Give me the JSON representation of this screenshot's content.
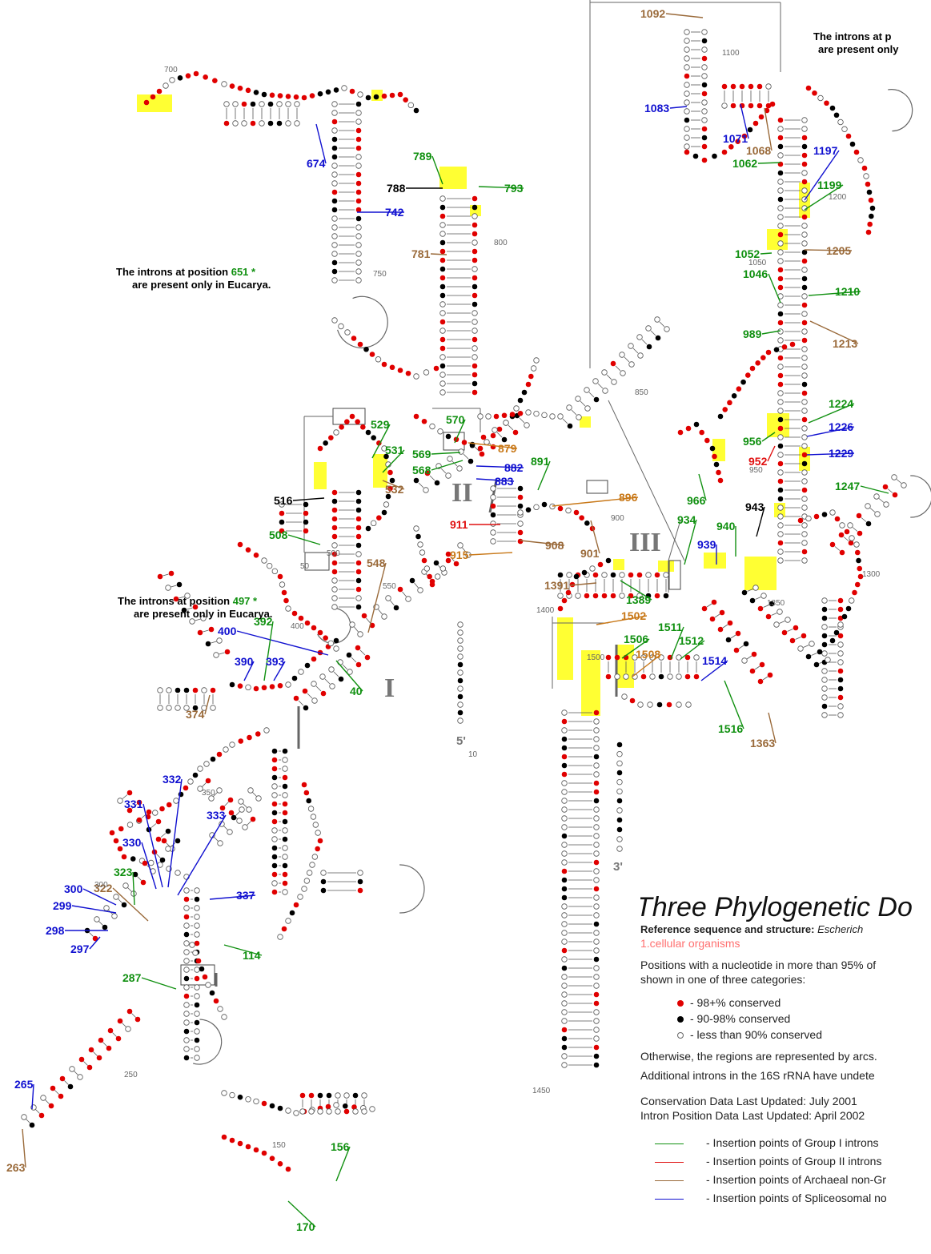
{
  "diagram": {
    "subunit_labels": [
      "I",
      "II",
      "III"
    ],
    "ends": [
      "5'",
      "3'"
    ],
    "position_ticks": [
      "10",
      "50",
      "150",
      "250",
      "300",
      "350",
      "400",
      "500",
      "550",
      "700",
      "750",
      "800",
      "850",
      "900",
      "950",
      "1050",
      "1100",
      "1200",
      "1300",
      "1350",
      "1400",
      "1450",
      "1500"
    ],
    "notes": {
      "note_651_pre": "The introns at position ",
      "note_651_num": "651 *",
      "note_651_post": "are present only in Eucarya.",
      "note_497_pre": "The introns at position ",
      "note_497_num": "497 *",
      "note_497_post": "are present only in Eucarya.",
      "note_top_right_1": "The introns at p",
      "note_top_right_2": "are present only"
    },
    "intron_labels": [
      {
        "pos": "1092",
        "group": "archaeal"
      },
      {
        "pos": "1083",
        "group": "spliceosomal"
      },
      {
        "pos": "1071",
        "group": "spliceosomal"
      },
      {
        "pos": "1068",
        "group": "archaeal"
      },
      {
        "pos": "1062",
        "group": "group1"
      },
      {
        "pos": "1197",
        "group": "spliceosomal"
      },
      {
        "pos": "1199",
        "group": "group1"
      },
      {
        "pos": "1052",
        "group": "group1"
      },
      {
        "pos": "1205",
        "group": "archaeal"
      },
      {
        "pos": "1046",
        "group": "group1"
      },
      {
        "pos": "1210",
        "group": "group1"
      },
      {
        "pos": "989",
        "group": "group1"
      },
      {
        "pos": "1213",
        "group": "archaeal"
      },
      {
        "pos": "1224",
        "group": "group1"
      },
      {
        "pos": "1226",
        "group": "spliceosomal"
      },
      {
        "pos": "956",
        "group": "group1"
      },
      {
        "pos": "1229",
        "group": "spliceosomal"
      },
      {
        "pos": "952",
        "group": "group2"
      },
      {
        "pos": "966",
        "group": "group1"
      },
      {
        "pos": "1247",
        "group": "group1"
      },
      {
        "pos": "943",
        "group": "other"
      },
      {
        "pos": "934",
        "group": "group1"
      },
      {
        "pos": "940",
        "group": "group1"
      },
      {
        "pos": "939",
        "group": "spliceosomal"
      },
      {
        "pos": "674",
        "group": "spliceosomal"
      },
      {
        "pos": "742",
        "group": "spliceosomal"
      },
      {
        "pos": "789",
        "group": "group1"
      },
      {
        "pos": "788",
        "group": "other"
      },
      {
        "pos": "793",
        "group": "group1"
      },
      {
        "pos": "781",
        "group": "archaeal"
      },
      {
        "pos": "529",
        "group": "group1"
      },
      {
        "pos": "531",
        "group": "group1"
      },
      {
        "pos": "532",
        "group": "archaeal"
      },
      {
        "pos": "516",
        "group": "other"
      },
      {
        "pos": "508",
        "group": "group1"
      },
      {
        "pos": "548",
        "group": "archaeal"
      },
      {
        "pos": "570",
        "group": "group1"
      },
      {
        "pos": "569",
        "group": "group1"
      },
      {
        "pos": "568",
        "group": "group1"
      },
      {
        "pos": "879",
        "group": "mixed"
      },
      {
        "pos": "882",
        "group": "spliceosomal"
      },
      {
        "pos": "883",
        "group": "spliceosomal"
      },
      {
        "pos": "891",
        "group": "group1"
      },
      {
        "pos": "896",
        "group": "mixed"
      },
      {
        "pos": "911",
        "group": "group2"
      },
      {
        "pos": "908",
        "group": "archaeal"
      },
      {
        "pos": "915",
        "group": "mixed"
      },
      {
        "pos": "901",
        "group": "archaeal"
      },
      {
        "pos": "1389",
        "group": "group1"
      },
      {
        "pos": "1391",
        "group": "archaeal"
      },
      {
        "pos": "1502",
        "group": "mixed"
      },
      {
        "pos": "1506",
        "group": "group1"
      },
      {
        "pos": "1511",
        "group": "group1"
      },
      {
        "pos": "1512",
        "group": "group1"
      },
      {
        "pos": "1508",
        "group": "mixed"
      },
      {
        "pos": "1514",
        "group": "spliceosomal"
      },
      {
        "pos": "1516",
        "group": "group1"
      },
      {
        "pos": "1363",
        "group": "archaeal"
      },
      {
        "pos": "400",
        "group": "spliceosomal"
      },
      {
        "pos": "392",
        "group": "group1"
      },
      {
        "pos": "390",
        "group": "spliceosomal"
      },
      {
        "pos": "393",
        "group": "spliceosomal"
      },
      {
        "pos": "40",
        "group": "group1"
      },
      {
        "pos": "374",
        "group": "archaeal"
      },
      {
        "pos": "332",
        "group": "spliceosomal"
      },
      {
        "pos": "331",
        "group": "spliceosomal"
      },
      {
        "pos": "333",
        "group": "spliceosomal"
      },
      {
        "pos": "330",
        "group": "spliceosomal"
      },
      {
        "pos": "323",
        "group": "group1"
      },
      {
        "pos": "322",
        "group": "archaeal"
      },
      {
        "pos": "300",
        "group": "spliceosomal"
      },
      {
        "pos": "299",
        "group": "spliceosomal"
      },
      {
        "pos": "298",
        "group": "spliceosomal"
      },
      {
        "pos": "297",
        "group": "spliceosomal"
      },
      {
        "pos": "337",
        "group": "spliceosomal"
      },
      {
        "pos": "114",
        "group": "group1"
      },
      {
        "pos": "287",
        "group": "group1"
      },
      {
        "pos": "265",
        "group": "spliceosomal"
      },
      {
        "pos": "263",
        "group": "archaeal"
      },
      {
        "pos": "156",
        "group": "group1"
      },
      {
        "pos": "170",
        "group": "group1"
      }
    ]
  },
  "colors": {
    "group1": "#109010",
    "group2": "#e01010",
    "archaeal": "#9a6a3a",
    "spliceosomal": "#1010d0",
    "mixed": "#c87818",
    "other": "#000000",
    "highly_conserved": "#e00000",
    "conserved": "#000000",
    "less_conserved": "#ffffff",
    "highlight": "#ffff33"
  },
  "panel": {
    "title": "Three Phylogenetic Do",
    "ref_label": "Reference sequence and structure:",
    "ref_value": "Escherich",
    "taxonomy": "1.cellular organisms",
    "positions_1": "Positions with a nucleotide in more than 95% of",
    "positions_2": "shown in one of three categories:",
    "cat_98": "- 98+% conserved",
    "cat_90": "- 90-98% conserved",
    "cat_less": "- less than 90% conserved",
    "otherwise": "Otherwise, the regions are represented by arcs.",
    "additional": "Additional introns in the 16S rRNA have undete",
    "cons_updated": "Conservation Data Last Updated:  July 2001",
    "intron_updated": "Intron Position Data Last Updated:  April 2002",
    "ins_group1": "- Insertion points of Group I introns",
    "ins_group2": "- Insertion points of Group II introns",
    "ins_archaeal": "- Insertion points of Archaeal non-Gr",
    "ins_splice": "- Insertion points of Spliceosomal no"
  }
}
